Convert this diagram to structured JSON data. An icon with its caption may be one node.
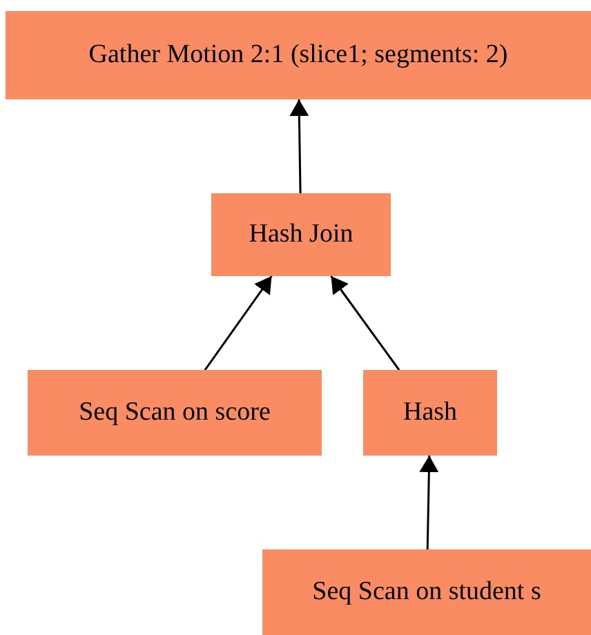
{
  "diagram": {
    "nodes": [
      {
        "text": [
          "Gather Motion 2:1 (slice1; segments: 2)"
        ]
      },
      {
        "text": [
          "Hash Join"
        ]
      },
      {
        "text": [
          "Seq Scan on score"
        ]
      },
      {
        "text": [
          "Hash"
        ]
      },
      {
        "text": [
          "Seq Scan on student s"
        ]
      }
    ],
    "edges": [
      {
        "from": 1,
        "to": 0,
        "arrow": "to"
      },
      {
        "from": 2,
        "to": 1,
        "arrow": "to"
      },
      {
        "from": 3,
        "to": 1,
        "arrow": "to"
      },
      {
        "from": 4,
        "to": 3,
        "arrow": "to"
      }
    ]
  }
}
